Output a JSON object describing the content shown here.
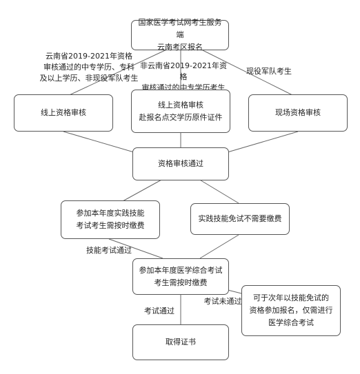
{
  "nodes": {
    "root": "国家医学考试网考生服务端\n云南考区报名",
    "online_review": "线上资格审核",
    "online_review_submit": "线上资格审核\n赴报名点交学历原件证件",
    "onsite_review": "现场资格审核",
    "review_passed": "资格审核通过",
    "skill_exam": "参加本年度实践技能\n考试考生需按时缴费",
    "skill_exempt": "实践技能免试不需要缴费",
    "comprehensive_exam": "参加本年度医学综合考试\n考生需按时缴费",
    "next_year": "可于次年以技能免试的\n资格参加报名，仅需进行\n医学综合考试",
    "certificate": "取得证书"
  },
  "edge_labels": {
    "yunnan": "云南省2019-2021年资格\n审核通过的中专学历、专科\n及以上学历、非现役军队考生",
    "non_yunnan": "非云南省2019-2021年资格\n审核通过的中专学历考生",
    "military": "现役军队考生",
    "skill_passed": "技能考试通过",
    "exam_failed": "考试未通过",
    "exam_passed": "考试通过"
  }
}
